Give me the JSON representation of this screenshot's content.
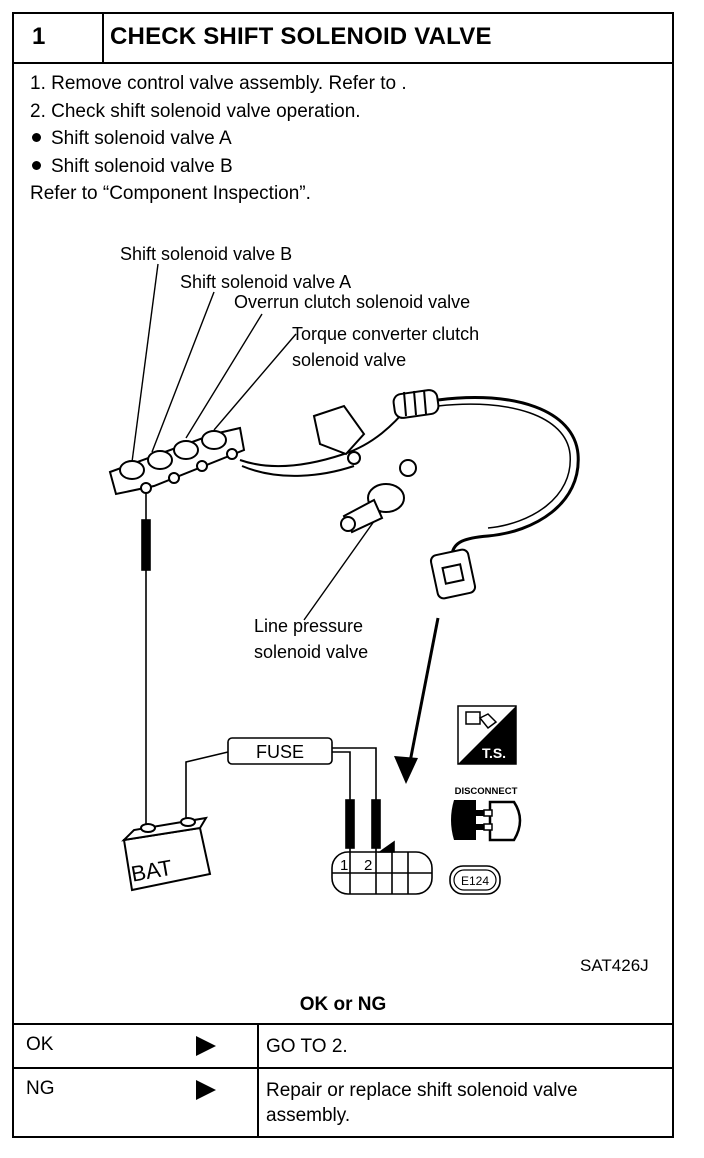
{
  "header": {
    "step": "1",
    "title": "CHECK SHIFT SOLENOID VALVE"
  },
  "steps": [
    "1. Remove control valve assembly. Refer to .",
    "2. Check shift solenoid valve operation.",
    "Shift solenoid valve A",
    "Shift solenoid valve B",
    "Refer to “Component Inspection”."
  ],
  "figure": {
    "labels": {
      "shift_b": "Shift solenoid valve B",
      "shift_a": "Shift solenoid valve A",
      "overrun": "Overrun clutch solenoid valve",
      "tcc_1": "Torque converter clutch",
      "tcc_2": "solenoid valve",
      "line_1": "Line pressure",
      "line_2": "solenoid valve",
      "fuse": "FUSE",
      "bat": "BAT",
      "pin1": "1",
      "pin2": "2",
      "ts": "T.S.",
      "disconnect": "DISCONNECT",
      "connector": "E124",
      "code": "SAT426J"
    }
  },
  "result": {
    "title": "OK or NG",
    "rows": [
      {
        "result": "OK",
        "action": "GO TO 2."
      },
      {
        "result": "NG",
        "action": "Repair or replace shift solenoid valve assembly."
      }
    ]
  }
}
